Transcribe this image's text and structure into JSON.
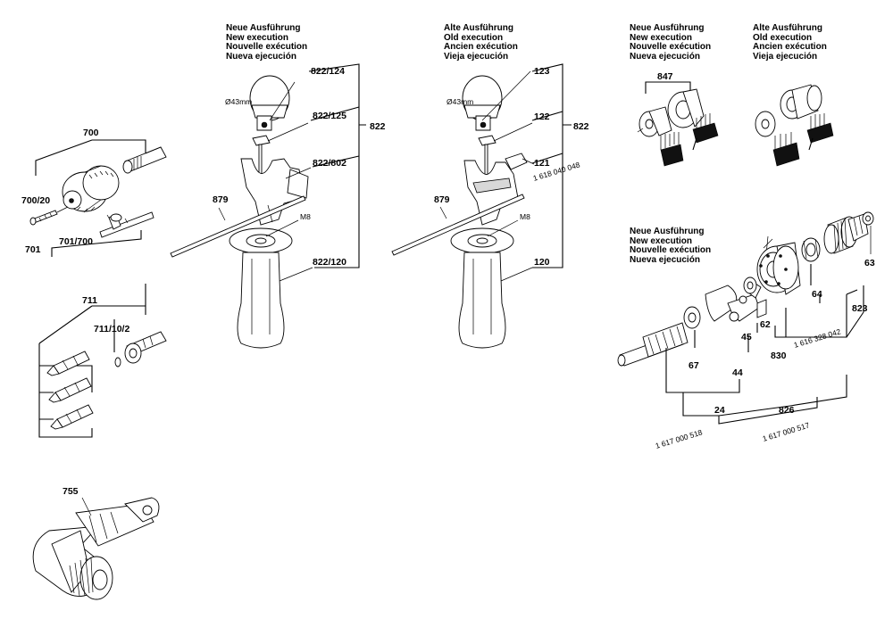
{
  "headers": {
    "new": [
      "Neue Ausführung",
      "New execution",
      "Nouvelle exécution",
      "Nueva ejecución"
    ],
    "old": [
      "Alte Ausführung",
      "Old execution",
      "Ancien exécution",
      "Vieja ejecución"
    ]
  },
  "labels": {
    "p700": "700",
    "p700_20": "700/20",
    "p701": "701",
    "p701_700": "701/700",
    "p711": "711",
    "p711_10_2": "711/10/2",
    "p755": "755",
    "p879a": "879",
    "p822_124": "822/124",
    "p822_125": "822/125",
    "p822_802": "822/802",
    "p822a": "822",
    "p822_120": "822/120",
    "m8a": "M8",
    "d43a": "Ø43mm",
    "p879b": "879",
    "p123": "123",
    "p122": "122",
    "p822b": "822",
    "p121": "121",
    "p1618040048": "1 618 040 048",
    "m8b": "M8",
    "p120": "120",
    "d43b": "Ø43mm",
    "p847": "847",
    "p63": "63",
    "p823": "823",
    "p1616328042": "1 616 328 042",
    "p64": "64",
    "p830": "830",
    "p62": "62",
    "p45": "45",
    "p44": "44",
    "p67": "67",
    "p24": "24",
    "p826": "826",
    "p1617000518": "1 617 000 518",
    "p1617000517": "1 617 000 517"
  }
}
